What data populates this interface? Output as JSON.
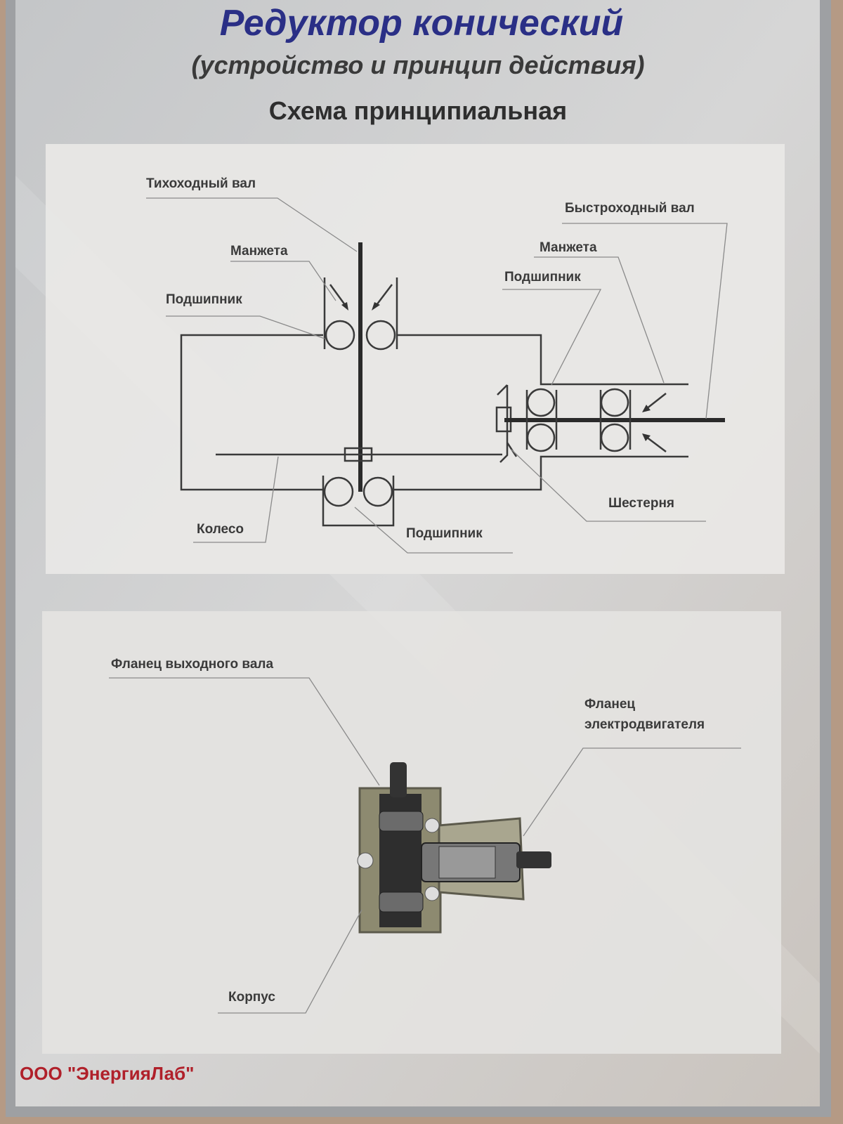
{
  "poster": {
    "title": "Редуктор конический",
    "subtitle": "(устройство и принцип действия)",
    "section_heading": "Схема принципиальная",
    "company": "ООО \"ЭнергияЛаб\""
  },
  "diagram_labels": {
    "slow_shaft": "Тихоходный вал",
    "seal_left": "Манжета",
    "bearing_left": "Подшипник",
    "wheel": "Колесо",
    "bearing_bottom": "Подшипник",
    "fast_shaft": "Быстроходный вал",
    "seal_right": "Манжета",
    "bearing_right": "Подшипник",
    "pinion": "Шестерня"
  },
  "photo_labels": {
    "output_flange": "Фланец выходного вала",
    "motor_flange_line1": "Фланец",
    "motor_flange_line2": "электродвигателя",
    "housing": "Корпус"
  },
  "colors": {
    "title": "#2a2f86",
    "company": "#b0202a"
  }
}
